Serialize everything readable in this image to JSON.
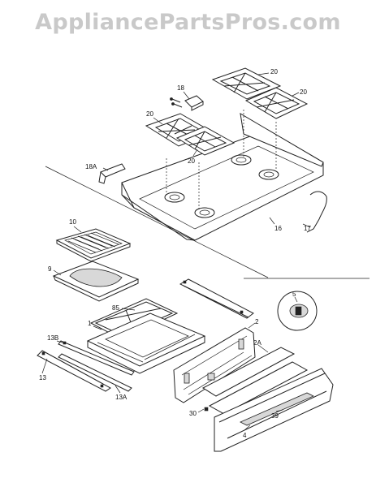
{
  "watermark": "AppliancePartsPros.com",
  "parts": {
    "p20a": "20",
    "p20b": "20",
    "p20c": "20",
    "p20d": "20",
    "p18": "18",
    "p18a": "18A",
    "p16": "16",
    "p17": "17",
    "p10": "10",
    "p9": "9",
    "p85": "85",
    "p1": "1",
    "p2": "2",
    "p2a": "2A",
    "p5": "5",
    "p13b": "13B",
    "p13": "13",
    "p13a": "13A",
    "p30": "30",
    "p4": "4",
    "p39": "39"
  }
}
